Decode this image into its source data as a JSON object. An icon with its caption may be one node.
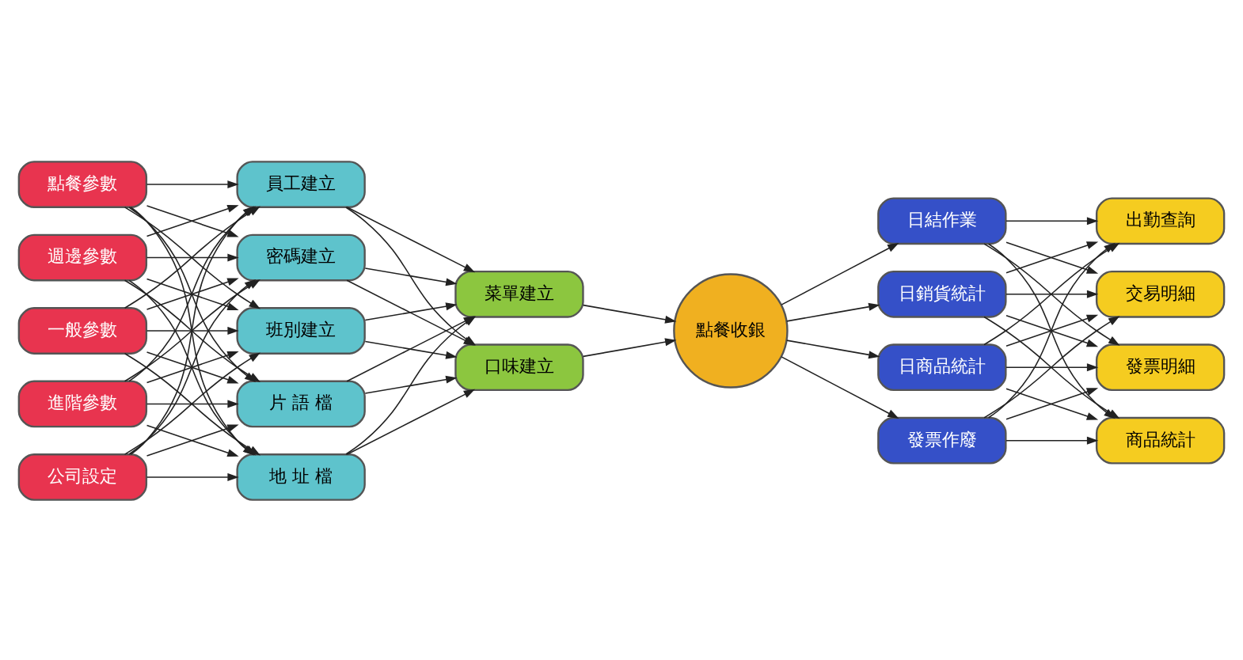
{
  "diagram": {
    "nodes": [
      {
        "text": [
          "點餐參數"
        ]
      },
      {
        "text": [
          "週邊參數"
        ]
      },
      {
        "text": [
          "一般參數"
        ]
      },
      {
        "text": [
          "進階參數"
        ]
      },
      {
        "text": [
          "公司設定"
        ]
      },
      {
        "text": [
          "員工建立"
        ]
      },
      {
        "text": [
          "密碼建立"
        ]
      },
      {
        "text": [
          "班別建立"
        ]
      },
      {
        "text": [
          "片 語 檔"
        ]
      },
      {
        "text": [
          "地 址 檔"
        ]
      },
      {
        "text": [
          "菜單建立"
        ]
      },
      {
        "text": [
          "口味建立"
        ]
      },
      {
        "text": [
          "點餐收銀"
        ]
      },
      {
        "text": [
          "日結作業"
        ]
      },
      {
        "text": [
          "日銷貨統計"
        ]
      },
      {
        "text": [
          "日商品統計"
        ]
      },
      {
        "text": [
          "發票作廢"
        ]
      },
      {
        "text": [
          "出勤查詢"
        ]
      },
      {
        "text": [
          "交易明細"
        ]
      },
      {
        "text": [
          "發票明細"
        ]
      },
      {
        "text": [
          "商品統計"
        ]
      }
    ],
    "edges": [
      {
        "from": 0,
        "to": 5,
        "arrow": "to"
      },
      {
        "from": 0,
        "to": 6,
        "arrow": "to"
      },
      {
        "from": 0,
        "to": 7,
        "arrow": "to"
      },
      {
        "from": 0,
        "to": 8,
        "arrow": "to"
      },
      {
        "from": 0,
        "to": 9,
        "arrow": "to"
      },
      {
        "from": 1,
        "to": 5,
        "arrow": "to"
      },
      {
        "from": 1,
        "to": 6,
        "arrow": "to"
      },
      {
        "from": 1,
        "to": 7,
        "arrow": "to"
      },
      {
        "from": 1,
        "to": 8,
        "arrow": "to"
      },
      {
        "from": 1,
        "to": 9,
        "arrow": "to"
      },
      {
        "from": 2,
        "to": 5,
        "arrow": "to"
      },
      {
        "from": 2,
        "to": 6,
        "arrow": "to"
      },
      {
        "from": 2,
        "to": 7,
        "arrow": "to"
      },
      {
        "from": 2,
        "to": 8,
        "arrow": "to"
      },
      {
        "from": 2,
        "to": 9,
        "arrow": "to"
      },
      {
        "from": 3,
        "to": 5,
        "arrow": "to"
      },
      {
        "from": 3,
        "to": 6,
        "arrow": "to"
      },
      {
        "from": 3,
        "to": 7,
        "arrow": "to"
      },
      {
        "from": 3,
        "to": 8,
        "arrow": "to"
      },
      {
        "from": 3,
        "to": 9,
        "arrow": "to"
      },
      {
        "from": 4,
        "to": 5,
        "arrow": "to"
      },
      {
        "from": 4,
        "to": 6,
        "arrow": "to"
      },
      {
        "from": 4,
        "to": 7,
        "arrow": "to"
      },
      {
        "from": 4,
        "to": 8,
        "arrow": "to"
      },
      {
        "from": 4,
        "to": 9,
        "arrow": "to"
      },
      {
        "from": 5,
        "to": 10,
        "arrow": "to"
      },
      {
        "from": 5,
        "to": 11,
        "arrow": "to"
      },
      {
        "from": 6,
        "to": 10,
        "arrow": "to"
      },
      {
        "from": 6,
        "to": 11,
        "arrow": "to"
      },
      {
        "from": 7,
        "to": 10,
        "arrow": "to"
      },
      {
        "from": 7,
        "to": 11,
        "arrow": "to"
      },
      {
        "from": 8,
        "to": 10,
        "arrow": "to"
      },
      {
        "from": 8,
        "to": 11,
        "arrow": "to"
      },
      {
        "from": 9,
        "to": 10,
        "arrow": "to"
      },
      {
        "from": 9,
        "to": 11,
        "arrow": "to"
      },
      {
        "from": 10,
        "to": 12,
        "arrow": "to"
      },
      {
        "from": 11,
        "to": 12,
        "arrow": "to"
      },
      {
        "from": 12,
        "to": 13,
        "arrow": "to"
      },
      {
        "from": 12,
        "to": 14,
        "arrow": "to"
      },
      {
        "from": 12,
        "to": 15,
        "arrow": "to"
      },
      {
        "from": 12,
        "to": 16,
        "arrow": "to"
      },
      {
        "from": 13,
        "to": 17,
        "arrow": "to"
      },
      {
        "from": 13,
        "to": 18,
        "arrow": "to"
      },
      {
        "from": 13,
        "to": 19,
        "arrow": "to"
      },
      {
        "from": 13,
        "to": 20,
        "arrow": "to"
      },
      {
        "from": 14,
        "to": 17,
        "arrow": "to"
      },
      {
        "from": 14,
        "to": 18,
        "arrow": "to"
      },
      {
        "from": 14,
        "to": 19,
        "arrow": "to"
      },
      {
        "from": 14,
        "to": 20,
        "arrow": "to"
      },
      {
        "from": 15,
        "to": 17,
        "arrow": "to"
      },
      {
        "from": 15,
        "to": 18,
        "arrow": "to"
      },
      {
        "from": 15,
        "to": 19,
        "arrow": "to"
      },
      {
        "from": 15,
        "to": 20,
        "arrow": "to"
      },
      {
        "from": 16,
        "to": 17,
        "arrow": "to"
      },
      {
        "from": 16,
        "to": 18,
        "arrow": "to"
      },
      {
        "from": 16,
        "to": 19,
        "arrow": "to"
      },
      {
        "from": 16,
        "to": 20,
        "arrow": "to"
      }
    ]
  }
}
